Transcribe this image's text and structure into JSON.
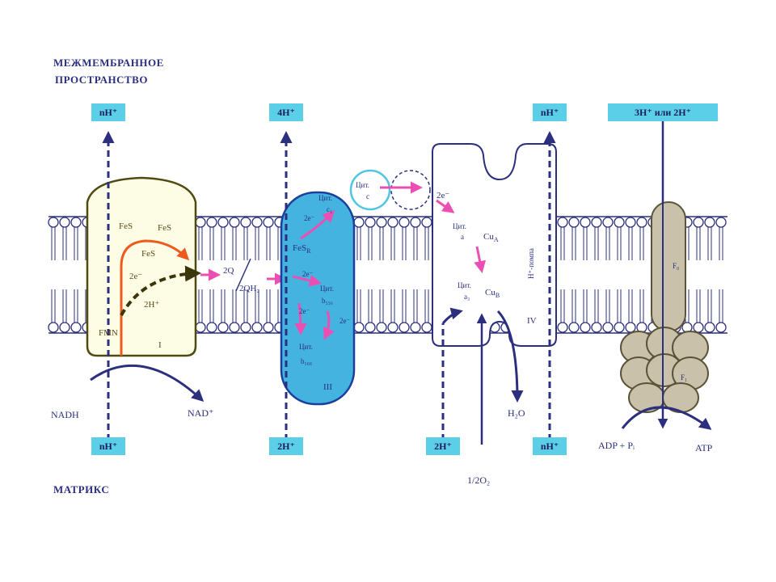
{
  "header": {
    "line1": "МЕЖМЕМБРАННОЕ",
    "line2": "ПРОСТРАНСТВО"
  },
  "footer": {
    "matrix": "МАТРИКС"
  },
  "proton_boxes": {
    "top_c1": "nH⁺",
    "top_c3": "4H⁺",
    "top_c4": "nH⁺",
    "top_atp": "3H⁺ или 2H⁺",
    "bot_c1": "nH⁺",
    "bot_c3": "2H⁺",
    "bot_c4a": "2H⁺",
    "bot_c4b": "nH⁺"
  },
  "complex1": {
    "fes1": "FeS",
    "fes2": "FeS",
    "fes3": "FeS",
    "e": "2e⁻",
    "h": "2H⁺",
    "fmn": "FMN",
    "num": "I",
    "nadh": "NADH",
    "nad": "NAD⁺"
  },
  "quinone": {
    "q": "2Q",
    "qh": "2QH₂"
  },
  "complex3": {
    "cytc1_a": "Цит.",
    "cytc1_b": "c₁",
    "fesr": "FeS",
    "fesr_sub": "R",
    "e1": "2e⁻",
    "e2": "2e⁻",
    "e3": "2e⁻",
    "e4": "2e⁻",
    "b556_a": "Цит.",
    "b556_b": "b₅₅₆",
    "b560_a": "Цит.",
    "b560_b": "b₅₆₀",
    "num": "III"
  },
  "cytc": {
    "a": "Цит.",
    "b": "c"
  },
  "complex4": {
    "e": "2e⁻",
    "cyta_a": "Цит.",
    "cyta_b": "a",
    "cua": "Cu",
    "cua_sub": "A",
    "cya3_a": "Цит.",
    "cya3_b": "a₃",
    "cub": "Cu",
    "cub_sub": "B",
    "pump": "H⁺-помпа",
    "num": "IV",
    "water": "H₂O",
    "oxygen": "1/2O₂"
  },
  "atp_synthase": {
    "f0": "F₀",
    "f1": "F₁",
    "adp": "ADP + Pᵢ",
    "atp": "ATP"
  },
  "colors": {
    "box": "#5ccfe8",
    "navy": "#2b2f7e",
    "pink": "#ec4fb4",
    "orange": "#ee5a1e",
    "olive": "#4f4a10",
    "c1fill": "#fdfde6",
    "c3fill": "#45b3e0"
  }
}
